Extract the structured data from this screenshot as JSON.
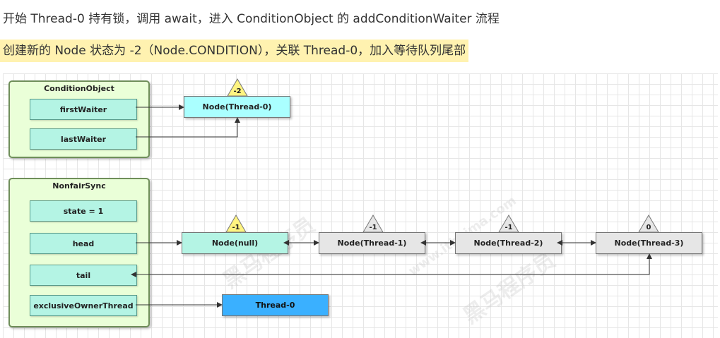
{
  "header": {
    "line1": "开始 Thread-0 持有锁，调用 await，进入 ConditionObject 的 addConditionWaiter 流程",
    "line2": "创建新的 Node 状态为 -2（Node.CONDITION），关联 Thread-0，加入等待队列尾部"
  },
  "condition_object": {
    "title": "ConditionObject",
    "fields": [
      "firstWaiter",
      "lastWaiter"
    ],
    "waiter_node": {
      "label": "Node(Thread-0)",
      "status": "-2",
      "color": "#aaffff"
    }
  },
  "nonfair_sync": {
    "title": "NonfairSync",
    "fields": [
      "state = 1",
      "head",
      "tail",
      "exclusiveOwnerThread"
    ],
    "queue_nodes": [
      {
        "label": "Node(null)",
        "status": "-1",
        "color": "#b4f4e4",
        "badge": "#fff480"
      },
      {
        "label": "Node(Thread-1)",
        "status": "-1",
        "color": "#e6e6e6",
        "badge": "#e6e6e6"
      },
      {
        "label": "Node(Thread-2)",
        "status": "-1",
        "color": "#e6e6e6",
        "badge": "#e6e6e6"
      },
      {
        "label": "Node(Thread-3)",
        "status": "0",
        "color": "#e6e6e6",
        "badge": "#e6e6e6"
      }
    ],
    "owner_thread": {
      "label": "Thread-0",
      "color": "#3ab0ff"
    }
  },
  "watermark": {
    "text1": "黑马程序员",
    "text2": "www.itheima.com"
  }
}
